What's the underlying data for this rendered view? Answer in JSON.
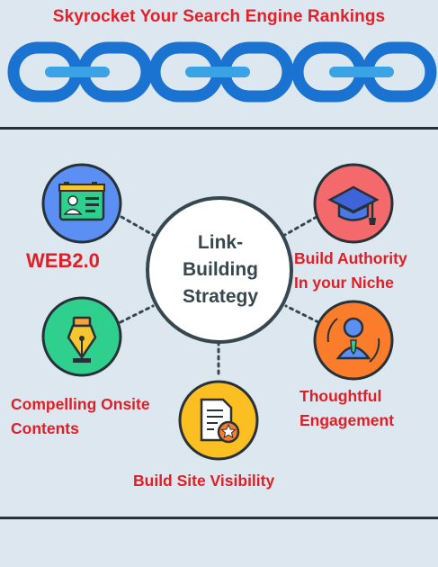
{
  "headline": "Skyrocket Your Search Engine Rankings",
  "center": {
    "line1": "Link-",
    "line2": "Building",
    "line3": "Strategy"
  },
  "nodes": {
    "web20": {
      "label": "WEB2.0",
      "color": "#5b8ff3",
      "icon": "id-card-icon"
    },
    "authority": {
      "line1": "Build Authority",
      "line2": "In your Niche",
      "color": "#f4696b",
      "icon": "graduation-cap-icon"
    },
    "compelling": {
      "line1": "Compelling Onsite",
      "line2": "Contents",
      "color": "#2fcf8e",
      "icon": "pen-nib-icon"
    },
    "engagement": {
      "line1": "Thoughtful",
      "line2": "Engagement",
      "color": "#fb7d2b",
      "icon": "person-idea-icon"
    },
    "visibility": {
      "label": "Build Site Visibility",
      "color": "#fbbf21",
      "icon": "document-star-icon"
    }
  },
  "colors": {
    "chain": "#1a73d1",
    "chain_link": "#39a3e6",
    "label_red": "#e01e26",
    "rule": "#263238"
  }
}
